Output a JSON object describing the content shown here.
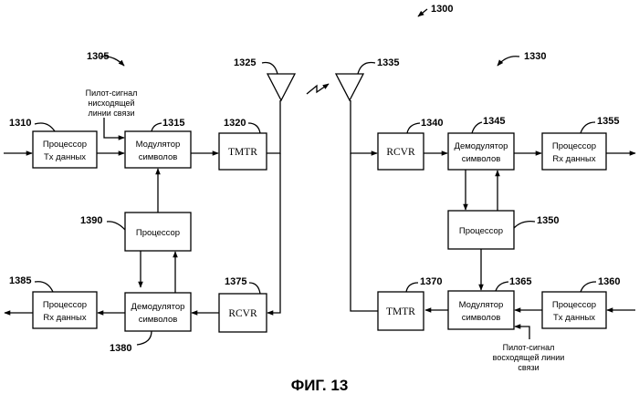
{
  "figure_number": "1300",
  "caption": "ФИГ. 13",
  "station_left": {
    "ref": "1305"
  },
  "station_right": {
    "ref": "1330"
  },
  "antennas": [
    {
      "ref": "1325"
    },
    {
      "ref": "1335"
    }
  ],
  "blocks": {
    "tx_data_proc_left": {
      "ref": "1310",
      "line1": "Процессор",
      "line2": "Tx данных"
    },
    "sym_mod_left": {
      "ref": "1315",
      "line1": "Модулятор",
      "line2": "символов"
    },
    "tmtr_left": {
      "ref": "1320",
      "line1": "TMTR"
    },
    "processor_left": {
      "ref": "1390",
      "line1": "Процессор"
    },
    "rx_data_proc_left": {
      "ref": "1385",
      "line1": "Процессор",
      "line2": "Rx данных"
    },
    "sym_demod_left": {
      "ref": "1380",
      "line1": "Демодулятор",
      "line2": "символов"
    },
    "rcvr_left": {
      "ref": "1375",
      "line1": "RCVR"
    },
    "rcvr_right": {
      "ref": "1340",
      "line1": "RCVR"
    },
    "sym_demod_right": {
      "ref": "1345",
      "line1": "Демодулятор",
      "line2": "символов"
    },
    "rx_data_proc_right": {
      "ref": "1355",
      "line1": "Процессор",
      "line2": "Rx данных"
    },
    "processor_right": {
      "ref": "1350",
      "line1": "Процессор"
    },
    "tmtr_right": {
      "ref": "1370",
      "line1": "TMTR"
    },
    "sym_mod_right": {
      "ref": "1365",
      "line1": "Модулятор",
      "line2": "символов"
    },
    "tx_data_proc_right": {
      "ref": "1360",
      "line1": "Процессор",
      "line2": "Tx данных"
    }
  },
  "notes": {
    "downlink_pilot": {
      "line1": "Пилот-сигнал",
      "line2": "нисходящей",
      "line3": "линии связи"
    },
    "uplink_pilot": {
      "line1": "Пилот-сигнал",
      "line2": "восходящей линии",
      "line3": "связи"
    }
  }
}
